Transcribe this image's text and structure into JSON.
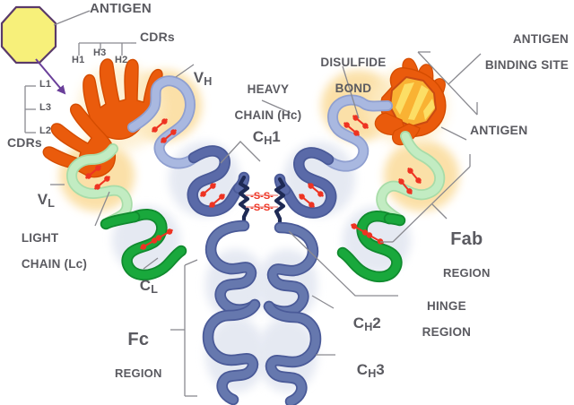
{
  "figure": {
    "title": "Antibody (IgG) structure diagram",
    "background": "#ffffff"
  },
  "labels": {
    "antigen_top": "ANTIGEN",
    "cdrs_heavy": "CDRs",
    "h1": "H1",
    "h3": "H3",
    "h2": "H2",
    "l1": "L1",
    "l3": "L3",
    "l2": "L2",
    "cdrs_light": "CDRs",
    "vh": "V",
    "vh_sub": "H",
    "vl": "V",
    "vl_sub": "L",
    "heavy_chain_line1": "HEAVY",
    "heavy_chain_line2": "CHAIN (Hc)",
    "light_chain_line1": "LIGHT",
    "light_chain_line2": "CHAIN (Lc)",
    "disulfide_line1": "DISULFIDE",
    "disulfide_line2": "BOND",
    "antigen_binding_line1": "ANTIGEN",
    "antigen_binding_line2": "BINDING SITE",
    "antigen_right": "ANTIGEN",
    "ch1": "C",
    "ch1_sub": "H",
    "ch1_num": "1",
    "cl": "C",
    "cl_sub": "L",
    "ch2": "C",
    "ch2_sub": "H",
    "ch2_num": "2",
    "ch3": "C",
    "ch3_sub": "H",
    "ch3_num": "3",
    "fab_name": "Fab",
    "fab_region": "REGION",
    "fc_name": "Fc",
    "fc_region": "REGION",
    "hinge_line1": "HINGE",
    "hinge_line2": "REGION",
    "disulfide_glyph": "-S-S-"
  },
  "colors": {
    "text": "#5a5a60",
    "leader_line": "#8a8a90",
    "antigen_fill": "#f7f07a",
    "antigen_stroke": "#5a3a6a",
    "arrow": "#6a3f9a",
    "cdr_orange": "#ea5b0c",
    "cdr_orange_dark": "#d44c00",
    "vh_light_blue": "#a9b8e0",
    "vh_stroke": "#8f9fd0",
    "ch_dark_blue": "#5a6aa8",
    "ch_stroke": "#4a5a98",
    "fc_blue": "#6678ae",
    "vl_light_green": "#c2ecc2",
    "vl_stroke": "#a8dca8",
    "cl_green": "#19a83c",
    "cl_stroke": "#108a2e",
    "halo_orange": "#fbe0a8",
    "halo_yellow": "#fdebb8",
    "domain_pale_blue": "#dde3ef",
    "domain_pale_gray": "#e6e9f2",
    "disulfide_red": "#ee3322",
    "antigen_right_fill": "#f9b233",
    "antigen_right_highlight": "#fde26a",
    "antigen_right_stroke": "#c94a12"
  },
  "chain_labels": {
    "heavy_chain": "Heavy chain (Hc)",
    "light_chain": "Light chain (Lc)"
  }
}
